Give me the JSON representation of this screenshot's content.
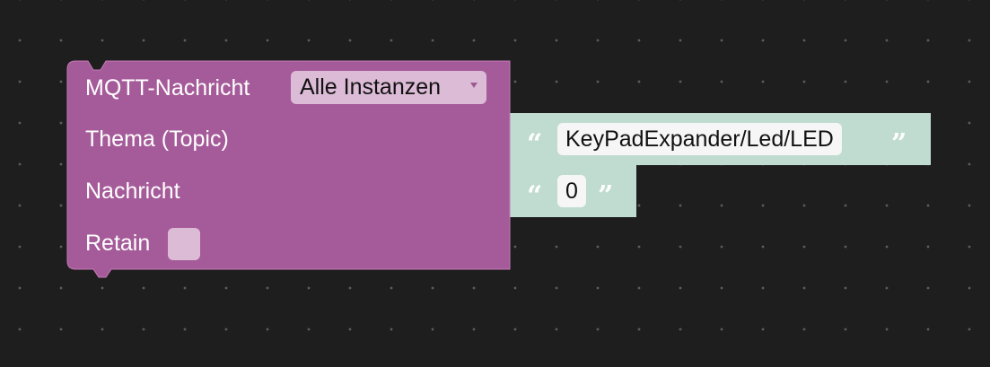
{
  "block": {
    "title": "MQTT-Nachricht",
    "instance_dropdown": {
      "selected": "Alle Instanzen"
    },
    "topic_label": "Thema (Topic)",
    "message_label": "Nachricht",
    "retain_label": "Retain",
    "retain_checked": false,
    "color": "#a55b99"
  },
  "topic_text": {
    "open_quote": "“",
    "value": "KeyPadExpander/Led/LED",
    "close_quote": "”",
    "color": "#c0dcd1"
  },
  "message_text": {
    "open_quote": "“",
    "value": "0",
    "close_quote": "”",
    "color": "#c0dcd1"
  },
  "workspace": {
    "background": "#1e1e1e"
  }
}
